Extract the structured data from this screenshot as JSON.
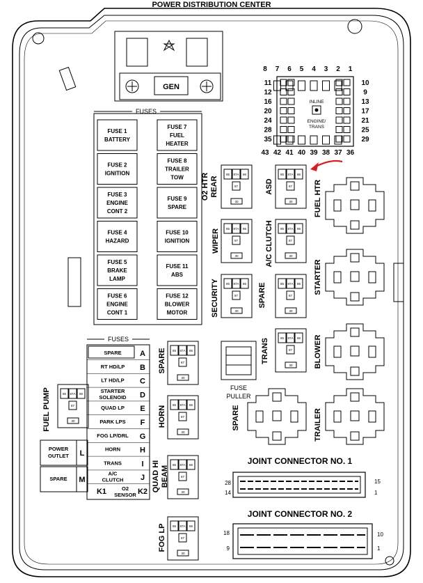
{
  "title": "POWER DISTRIBUTION CENTER",
  "gen_label": "GEN",
  "fuses_header": "FUSES",
  "fuses_header2": "FUSES",
  "mini_fuses_left": [
    {
      "lines": [
        "FUSE 1",
        "BATTERY"
      ]
    },
    {
      "lines": [
        "FUSE 2",
        "IGNITION"
      ]
    },
    {
      "lines": [
        "FUSE 3",
        "ENGINE",
        "CONT 2"
      ]
    },
    {
      "lines": [
        "FUSE 4",
        "HAZARD"
      ]
    },
    {
      "lines": [
        "FUSE 5",
        "BRAKE",
        "LAMP"
      ]
    },
    {
      "lines": [
        "FUSE 6",
        "ENGINE",
        "CONT 1"
      ]
    }
  ],
  "mini_fuses_right": [
    {
      "lines": [
        "FUSE 7",
        "FUEL",
        "HEATER"
      ]
    },
    {
      "lines": [
        "FUSE 8",
        "TRAILER",
        "TOW"
      ]
    },
    {
      "lines": [
        "FUSE 9",
        "SPARE"
      ]
    },
    {
      "lines": [
        "FUSE 10",
        "IGNITION"
      ]
    },
    {
      "lines": [
        "FUSE 11",
        "ABS"
      ]
    },
    {
      "lines": [
        "FUSE 12",
        "BLOWER",
        "MOTOR"
      ]
    }
  ],
  "fuse_list": [
    {
      "lines": [
        "SPARE"
      ],
      "letter": "A"
    },
    {
      "lines": [
        "RT HD/LP"
      ],
      "letter": "B"
    },
    {
      "lines": [
        "LT HD/LP"
      ],
      "letter": "C"
    },
    {
      "lines": [
        "STARTER",
        "SOLENOID"
      ],
      "letter": "D"
    },
    {
      "lines": [
        "QUAD LP"
      ],
      "letter": "E"
    },
    {
      "lines": [
        "PARK LPS"
      ],
      "letter": "F"
    },
    {
      "lines": [
        "FOG LP/DRL"
      ],
      "letter": "G"
    },
    {
      "lines": [
        "HORN"
      ],
      "letter": "H"
    },
    {
      "lines": [
        "TRANS"
      ],
      "letter": "I"
    },
    {
      "lines": [
        "A/C",
        "CLUTCH"
      ],
      "letter": "J"
    }
  ],
  "bottom_fuse_row": {
    "left": "K1",
    "label": [
      "O2",
      "SENSOR"
    ],
    "right": "K2"
  },
  "left_boxes": [
    {
      "lines": [
        "POWER",
        "OUTLET"
      ],
      "letter": "L"
    },
    {
      "lines": [
        "SPARE"
      ],
      "letter": "M"
    }
  ],
  "connector_pins": {
    "top": [
      "8",
      "7",
      "6",
      "5",
      "4",
      "3",
      "2",
      "1"
    ],
    "left": [
      "11",
      "12",
      "16",
      "20",
      "24",
      "28",
      "35"
    ],
    "right": [
      "10",
      "9",
      "13",
      "17",
      "21",
      "25",
      "29"
    ],
    "bottom": [
      "43",
      "42",
      "41",
      "40",
      "39",
      "38",
      "37",
      "36"
    ],
    "inline_label": "INLINE",
    "engine_label": [
      "ENGINE/",
      "TRANS"
    ]
  },
  "relay_labels": {
    "o2_htr_rear": [
      "O2 HTR",
      "REAR"
    ],
    "asd": "ASD",
    "fuel_htr": "FUEL HTR",
    "wiper": "WIPER",
    "ac_clutch": "A/C CLUTCH",
    "security": "SECURITY",
    "spare1": "SPARE",
    "starter": "STARTER",
    "spare2": "SPARE",
    "trans": "TRANS",
    "blower": "BLOWER",
    "fuel_pump": "FUEL PUMP",
    "horn": "HORN",
    "spare3": "SPARE",
    "trailer": "TRAILER",
    "quad_hi_beam": [
      "QUAD HI",
      "BEAM"
    ],
    "fog_lp": "FOG LP"
  },
  "relay_pins": {
    "p85": "85",
    "p87a": "87A",
    "p86": "86",
    "p87": "87",
    "p30": "30"
  },
  "fuse_puller": [
    "FUSE",
    "PULLER"
  ],
  "joint_connector_1": {
    "title": "JOINT CONNECTOR NO. 1",
    "pins": {
      "tl": "28",
      "bl": "14",
      "tr": "15",
      "br": "1"
    }
  },
  "joint_connector_2": {
    "title": "JOINT CONNECTOR NO. 2",
    "pins": {
      "tl": "18",
      "bl": "9",
      "tr": "10",
      "br": "1"
    }
  },
  "colors": {
    "ink": "#000000",
    "arrow": "#d42020",
    "paper": "#ffffff"
  }
}
